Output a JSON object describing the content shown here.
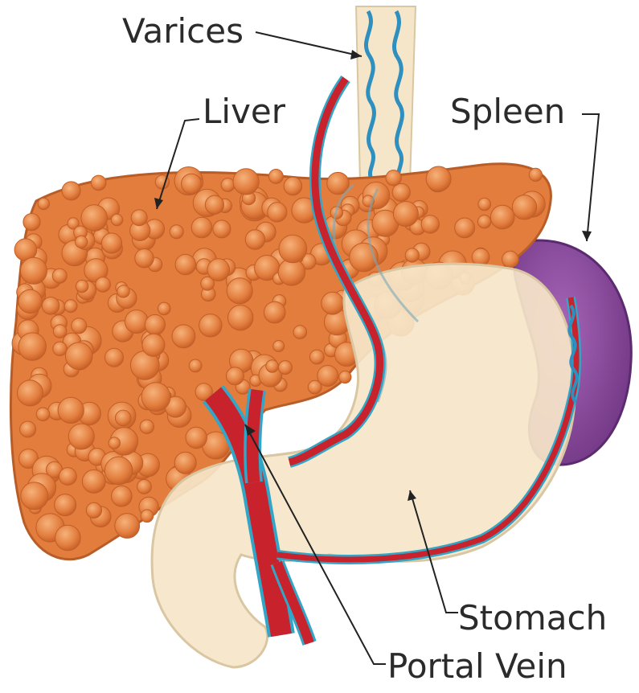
{
  "labels": {
    "varices": "Varices",
    "liver": "Liver",
    "spleen": "Spleen",
    "stomach": "Stomach",
    "portal_vein": "Portal Vein"
  },
  "colors": {
    "liver": "#e07a3a",
    "liver_lobule": "#f0a56a",
    "spleen": "#8b4a9c",
    "stomach": "#f6e6c9",
    "esophagus": "#f6e6c9",
    "vein_red": "#c8232c",
    "vein_blue": "#33a6c8"
  }
}
